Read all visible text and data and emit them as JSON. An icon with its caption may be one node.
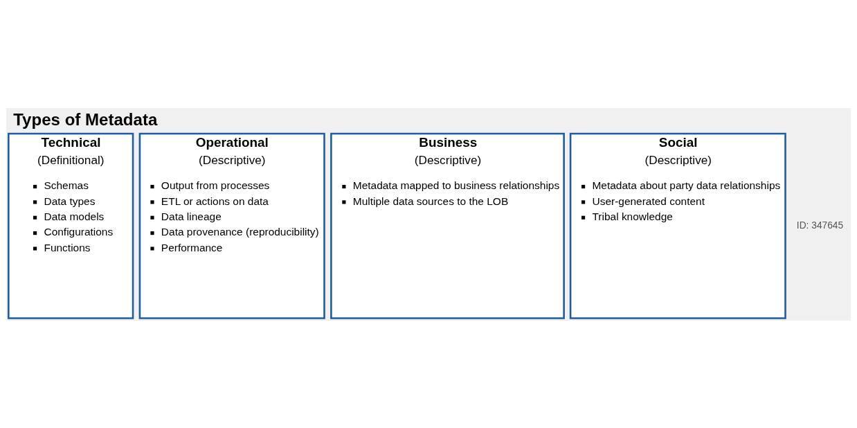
{
  "diagram": {
    "title": "Types of Metadata",
    "nodes": [
      {
        "text": [
          "Technical",
          "(Definitional)",
          "Schemas",
          "Data types",
          "Data models",
          "Configurations",
          "Functions"
        ]
      },
      {
        "text": [
          "Operational",
          "(Descriptive)",
          "Output from processes",
          "ETL or actions on data",
          "Data lineage",
          "Data provenance (reproducibility)",
          "Performance"
        ]
      },
      {
        "text": [
          "Business",
          "(Descriptive)",
          "Metadata mapped to business relationships",
          "Multiple data sources to the LOB"
        ]
      },
      {
        "text": [
          "Social",
          "(Descriptive)",
          "Metadata about party data relationships",
          "User-generated content",
          "Tribal knowledge"
        ]
      }
    ],
    "edges": [],
    "labels": [
      "ID: 347645"
    ]
  }
}
